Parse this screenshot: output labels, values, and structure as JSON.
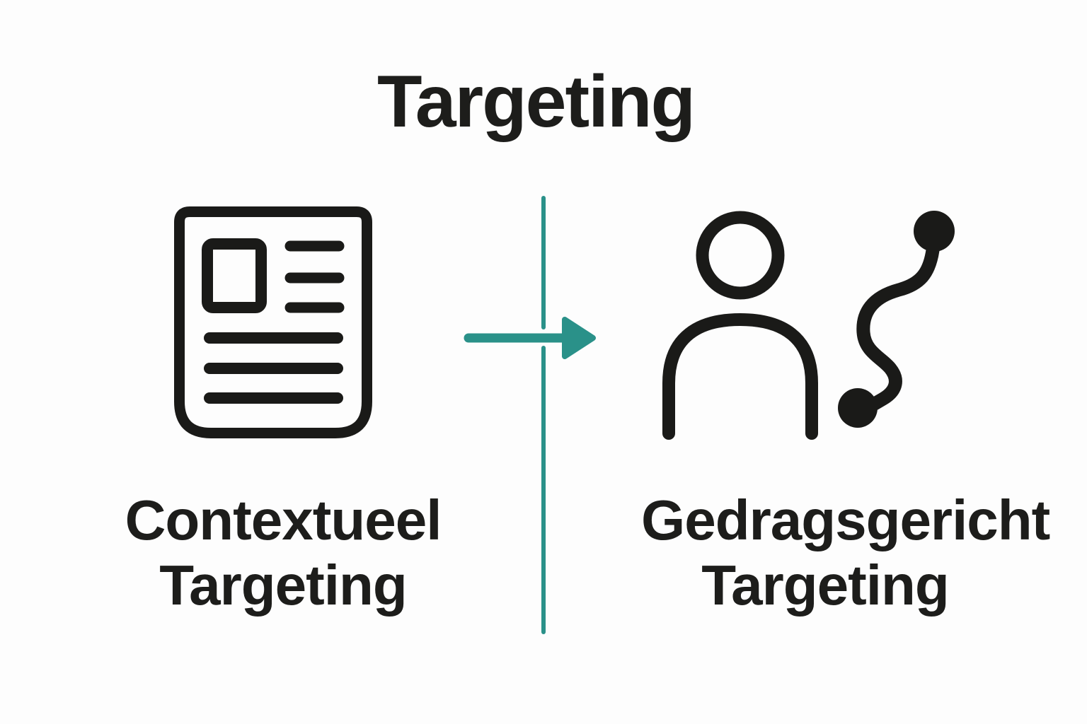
{
  "title": "Targeting",
  "left": {
    "icon": "document-icon",
    "label_line1": "Contextueel",
    "label_line2": "Targeting"
  },
  "right": {
    "icon": "person-route-icon",
    "label_line1": "Gedragsgericht",
    "label_line2": "Targeting"
  },
  "arrow": {
    "direction": "right"
  },
  "colors": {
    "accent_teal": "#2a9189",
    "ink": "#1d1d1b",
    "icon_ink": "#1a1a18"
  }
}
